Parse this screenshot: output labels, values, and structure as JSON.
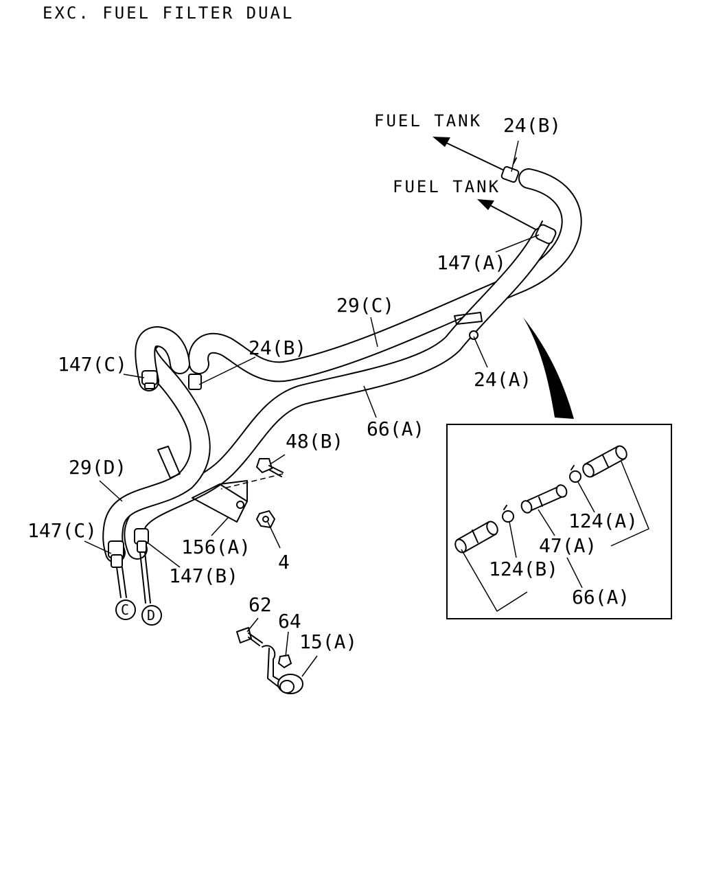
{
  "title": "EXC. FUEL FILTER DUAL",
  "destinations": {
    "upper": "FUEL TANK",
    "lower": "FUEL TANK"
  },
  "callouts": {
    "c24b_top": "24(B)",
    "c147a": "147(A)",
    "c29c": "29(C)",
    "c24b_mid": "24(B)",
    "c24a": "24(A)",
    "c66a_main": "66(A)",
    "c147c_top": "147(C)",
    "c29d": "29(D)",
    "c48b": "48(B)",
    "c147c_left": "147(C)",
    "c156a": "156(A)",
    "c4": "4",
    "c147b": "147(B)",
    "c62": "62",
    "c64": "64",
    "c15a": "15(A)"
  },
  "connectors": {
    "c": "C",
    "d": "D"
  },
  "detail_box": {
    "c124a": "124(A)",
    "c47a": "47(A)",
    "c124b": "124(B)",
    "c66a": "66(A)"
  }
}
